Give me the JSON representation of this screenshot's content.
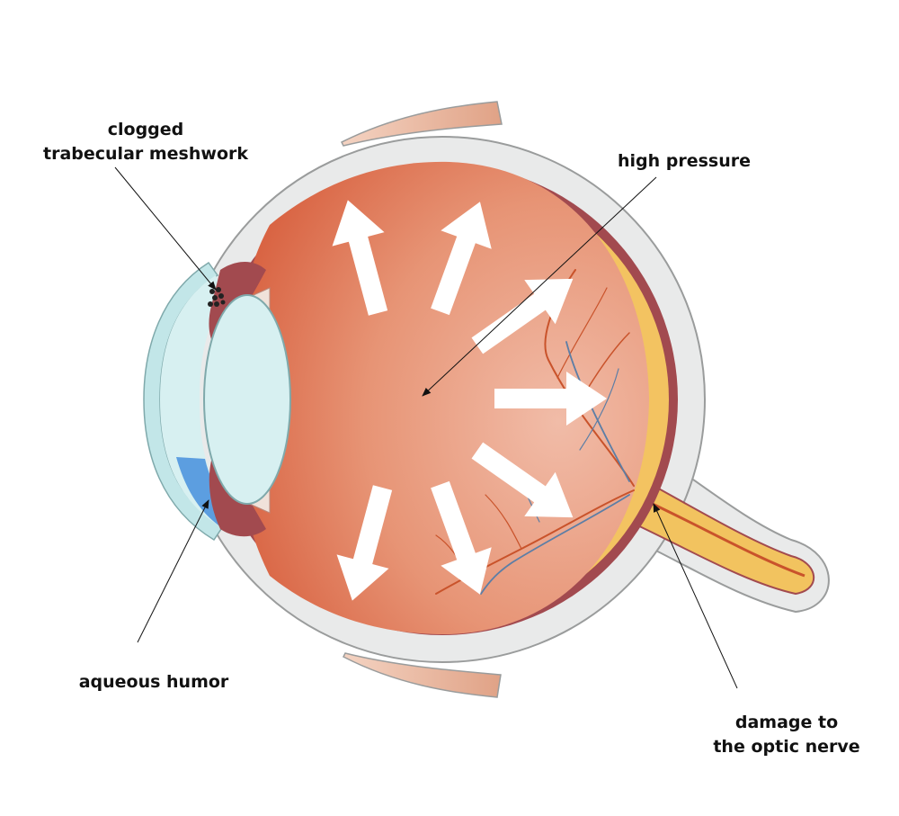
{
  "labels": {
    "clogged_line1": "clogged",
    "clogged_line2": "trabecular meshwork",
    "high_pressure": "high pressure",
    "aqueous_humor": "aqueous humor",
    "damage_line1": "damage to",
    "damage_line2": "the optic nerve"
  },
  "colors": {
    "sclera": "#e9eaea",
    "sclera_outline": "#9a9c9c",
    "choroid": "#a24a4f",
    "retina": "#f3c361",
    "vitreous_dark": "#d9603f",
    "vitreous_light": "#f0b6a3",
    "lens": "#d7f0f1",
    "cornea": "#c2e6e8",
    "aqueous": "#5c9ee0",
    "muscle": "#eab39b",
    "artery": "#c9532b",
    "vein": "#5c7ea6",
    "optic_nerve": "#f2c35f",
    "arrow": "#ffffff"
  }
}
